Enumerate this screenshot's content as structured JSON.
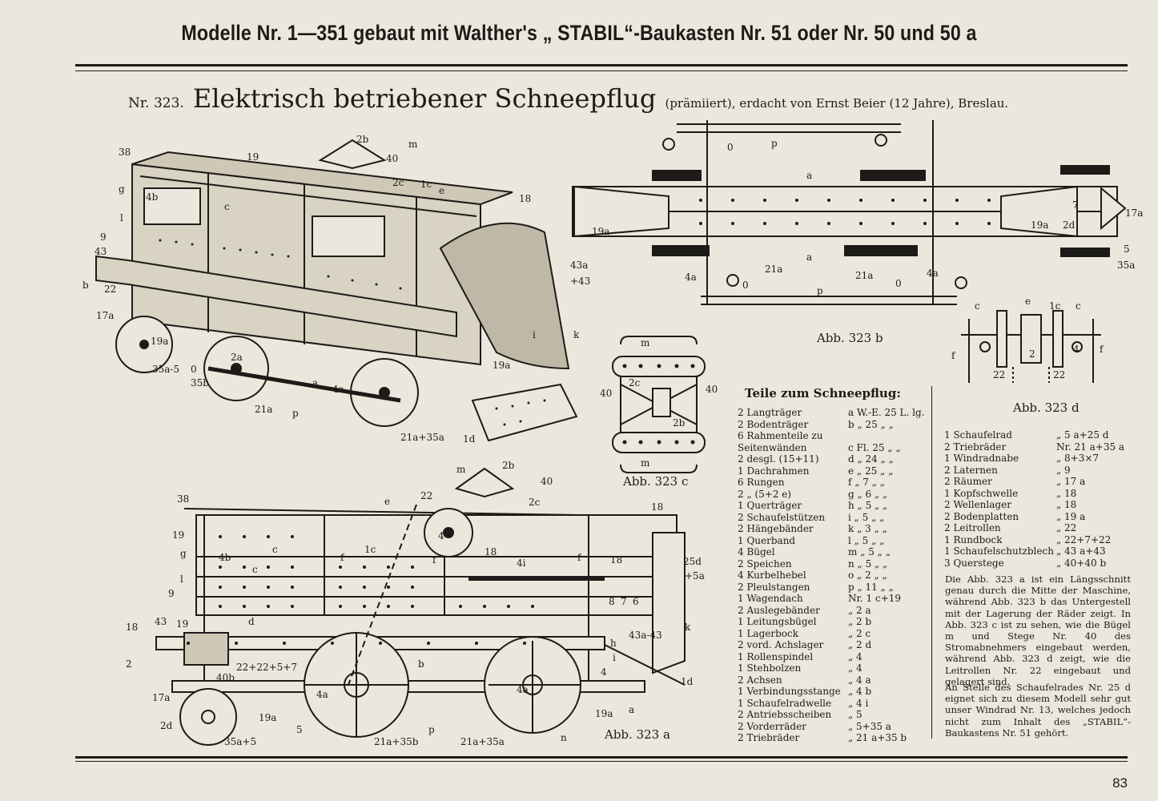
{
  "header": {
    "title": "Modelle Nr. 1—351 gebaut mit Walther's „ STABIL“-Baukasten Nr. 51 oder Nr. 50 und 50 a"
  },
  "model": {
    "number": "Nr. 323.",
    "title": "Elektrisch betriebener Schneepflug",
    "subtitle": "(prämiiert), erdacht von Ernst Beier (12 Jahre), Breslau."
  },
  "figures": {
    "abb_323a": "Abb. 323 a",
    "abb_323b": "Abb. 323 b",
    "abb_323c": "Abb. 323 c",
    "abb_323d": "Abb. 323 d"
  },
  "parts": {
    "heading": "Teile zum Schneepflug:",
    "col1": [
      {
        "name": "2 Langträger",
        "ref": "a W.-E. 25 L. lg."
      },
      {
        "name": "2 Bodenträger",
        "ref": "b  „  25 „ „"
      },
      {
        "name": "6 Rahmenteile zu",
        "ref": ""
      },
      {
        "name": "   Seitenwänden",
        "ref": "c Fl. 25 „ „"
      },
      {
        "name": "2 desgl. (15+11)",
        "ref": "d „ 24 „ „"
      },
      {
        "name": "1 Dachrahmen",
        "ref": "e „ 25 „ „"
      },
      {
        "name": "6 Rungen",
        "ref": "f „  7 „ „"
      },
      {
        "name": "2   „   (5+2 e)",
        "ref": "g „  6 „ „"
      },
      {
        "name": "1 Querträger",
        "ref": "h „  5 „ „"
      },
      {
        "name": "2 Schaufelstützen",
        "ref": "i „  5 „ „"
      },
      {
        "name": "2 Hängebänder",
        "ref": "k „  3 „ „"
      },
      {
        "name": "1 Querband",
        "ref": "l „  5 „ „"
      },
      {
        "name": "4 Bügel",
        "ref": "m „  5 „ „"
      },
      {
        "name": "2 Speichen",
        "ref": "n „  5 „ „"
      },
      {
        "name": "4 Kurbelhebel",
        "ref": "o „  2 „ „"
      },
      {
        "name": "2 Pleulstangen",
        "ref": "p „ 11 „ „"
      },
      {
        "name": "1 Wagendach",
        "ref": "Nr.  1 c+19"
      },
      {
        "name": "2 Auslegebänder",
        "ref": "„  2 a"
      },
      {
        "name": "1 Leitungsbügel",
        "ref": "„  2 b"
      },
      {
        "name": "1 Lagerbock",
        "ref": "„  2 c"
      },
      {
        "name": "2 vord. Achslager",
        "ref": "„  2 d"
      },
      {
        "name": "1 Rollenspindel",
        "ref": "„  4"
      },
      {
        "name": "1 Stehbolzen",
        "ref": "„  4"
      },
      {
        "name": "2 Achsen",
        "ref": "„  4 a"
      },
      {
        "name": "1 Verbindungsstange",
        "ref": "„  4 b"
      },
      {
        "name": "1 Schaufelradwelle",
        "ref": "„  4 i"
      },
      {
        "name": "2 Antriebsscheiben",
        "ref": "„  5"
      },
      {
        "name": "2 Vorderräder",
        "ref": "„  5+35 a"
      },
      {
        "name": "2 Triebräder",
        "ref": "„  21 a+35 b"
      }
    ],
    "col2": [
      {
        "name": "1 Schaufelrad",
        "ref": "„   5 a+25 d"
      },
      {
        "name": "2 Triebräder",
        "ref": "Nr. 21 a+35 a"
      },
      {
        "name": "1 Windradnabe",
        "ref": "„   8+3×7"
      },
      {
        "name": "2 Laternen",
        "ref": "„   9"
      },
      {
        "name": "2 Räumer",
        "ref": "„   17 a"
      },
      {
        "name": "1 Kopfschwelle",
        "ref": "„   18"
      },
      {
        "name": "2 Wellenlager",
        "ref": "„   18"
      },
      {
        "name": "2 Bodenplatten",
        "ref": "„   19 a"
      },
      {
        "name": "2 Leitrollen",
        "ref": "„   22"
      },
      {
        "name": "1 Rundbock",
        "ref": "„   22+7+22"
      },
      {
        "name": "1 Schaufelschutzblech",
        "ref": "„   43 a+43"
      },
      {
        "name": "3 Querstege",
        "ref": "„   40+40 b"
      }
    ],
    "description_1": "Die Abb. 323 a ist ein Längsschnitt genau durch die Mitte der Maschine, während Abb. 323 b das Untergestell mit der Lagerung der Räder zeigt. In Abb. 323 c ist zu sehen, wie die Bügel m und Stege Nr. 40 des Stromabnehmers eingebaut werden, während Abb. 323 d zeigt, wie die Leitrollen Nr. 22 eingebaut und gelagert sind.",
    "description_2": "An Stelle des Schaufelrades Nr. 25 d eignet sich zu diesem Modell sehr gut unser Windrad Nr. 13, welches jedoch nicht zum Inhalt des „STABIL“-Baukastens Nr. 51 gehört."
  },
  "labels": {
    "persp": [
      "38",
      "19",
      "2b",
      "m",
      "40",
      "2c",
      "1c",
      "e",
      "18",
      "g",
      "4b",
      "c",
      "l",
      "9",
      "43",
      "b",
      "22",
      "17a",
      "43a",
      "+43",
      "i",
      "k",
      "19a",
      "35a-5",
      "0",
      "35b",
      "a",
      "4a",
      "21a",
      "p",
      "19a",
      "21a+35a",
      "1d",
      "2a"
    ],
    "b": [
      "0",
      "p",
      "a",
      "19a",
      "7",
      "17a",
      "19a",
      "2d",
      "5",
      "35a",
      "21a",
      "a",
      "4a",
      "0",
      "21a",
      "4a",
      "0",
      "p"
    ],
    "c": [
      "m",
      "2c",
      "40",
      "40",
      "2b",
      "m"
    ],
    "d": [
      "c",
      "e",
      "1c",
      "c",
      "f",
      "22",
      "2",
      "4",
      "f",
      "22"
    ],
    "a": [
      "38",
      "e",
      "m",
      "2b",
      "40",
      "22",
      "2c",
      "18",
      "19",
      "c",
      "1c",
      "f",
      "f",
      "f",
      "18",
      "g",
      "4b",
      "c",
      "4",
      "18",
      "4i",
      "25d",
      "+5a",
      "l",
      "9",
      "8",
      "7",
      "6",
      "19",
      "d",
      "b",
      "43a-43",
      "18",
      "43",
      "h",
      "2",
      "22+22+5+7",
      "i",
      "k",
      "40b",
      "4",
      "17a",
      "4a",
      "4a",
      "19a",
      "a",
      "2d",
      "35a+5",
      "5",
      "21a+35b",
      "p",
      "21a+35a",
      "n",
      "1d",
      "19a"
    ]
  },
  "page_number": "83"
}
